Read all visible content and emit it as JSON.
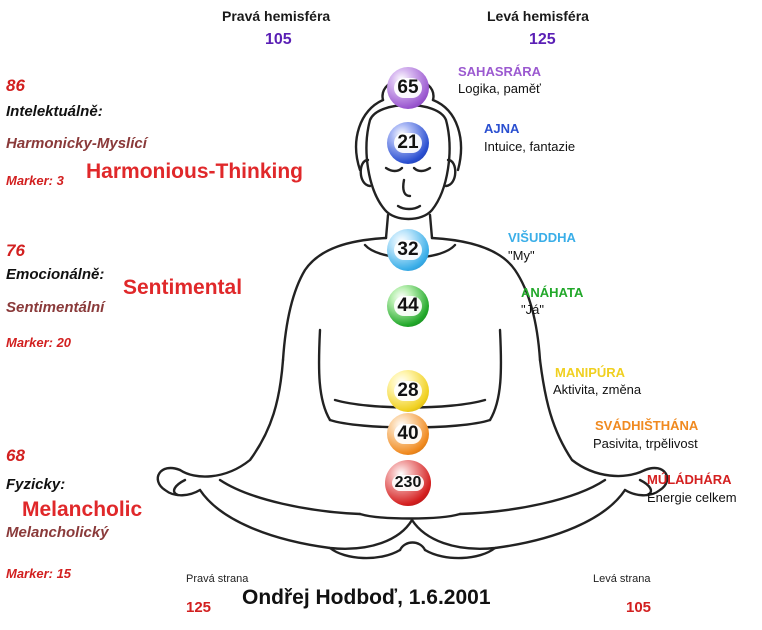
{
  "hemispheres": {
    "right": {
      "label": "Pravá hemisféra",
      "value": "105"
    },
    "left": {
      "label": "Levá hemisféra",
      "value": "125"
    }
  },
  "categories": [
    {
      "score": "86",
      "name": "Intelektuálně:",
      "type_cz": "Harmonicky-Myslící",
      "marker": "Marker: 3",
      "type_en": "Harmonious-Thinking"
    },
    {
      "score": "76",
      "name": "Emocionálně:",
      "type_cz": "Sentimentální",
      "marker": "Marker: 20",
      "type_en": "Sentimental"
    },
    {
      "score": "68",
      "name": "Fyzicky:",
      "type_cz": "Melancholický",
      "marker": "Marker: 15",
      "type_en": "Melancholic"
    }
  ],
  "chakras": [
    {
      "value": "65",
      "name": "SAHASRÁRA",
      "desc": "Logika, paměť",
      "color": "#9b59d0"
    },
    {
      "value": "21",
      "name": "AJNA",
      "desc": "Intuice, fantazie",
      "color": "#2a4fd0"
    },
    {
      "value": "32",
      "name": "VIŠUDDHA",
      "desc": "\"My\"",
      "color": "#3aaee8"
    },
    {
      "value": "44",
      "name": "ANÁHATA",
      "desc": "\"Já\"",
      "color": "#22a82a"
    },
    {
      "value": "28",
      "name": "MANIPÚRA",
      "desc": "Aktivita, změna",
      "color": "#f0d020"
    },
    {
      "value": "40",
      "name": "SVÁDHIŠTHÁNA",
      "desc": "Pasivita, trpělivost",
      "color": "#f08a20"
    },
    {
      "value": "230",
      "name": "MÚLÁDHÁRA",
      "desc": "Energie celkem",
      "color": "#d42020"
    }
  ],
  "sides": {
    "right": {
      "label": "Pravá strana",
      "value": "125"
    },
    "left": {
      "label": "Levá strana",
      "value": "105"
    }
  },
  "author": "Ondřej Hodboď, 1.6.2001"
}
